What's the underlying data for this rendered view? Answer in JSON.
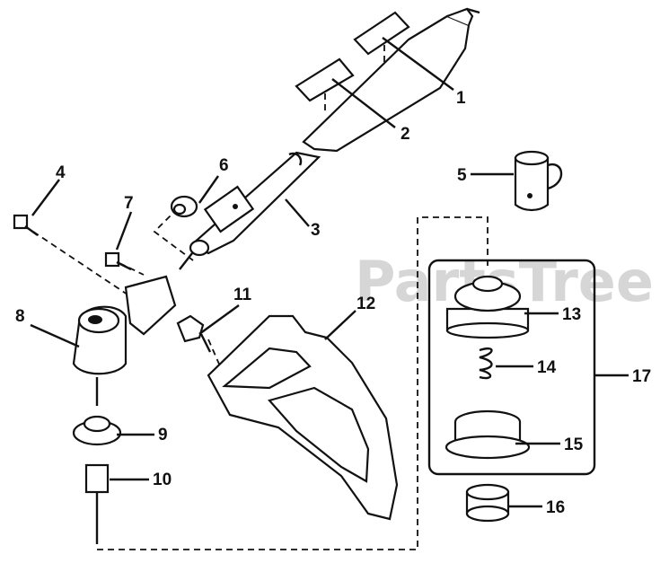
{
  "watermark": "PartsTree",
  "callouts": [
    "1",
    "2",
    "3",
    "4",
    "5",
    "6",
    "7",
    "8",
    "9",
    "10",
    "11",
    "12",
    "13",
    "14",
    "15",
    "16",
    "17"
  ]
}
